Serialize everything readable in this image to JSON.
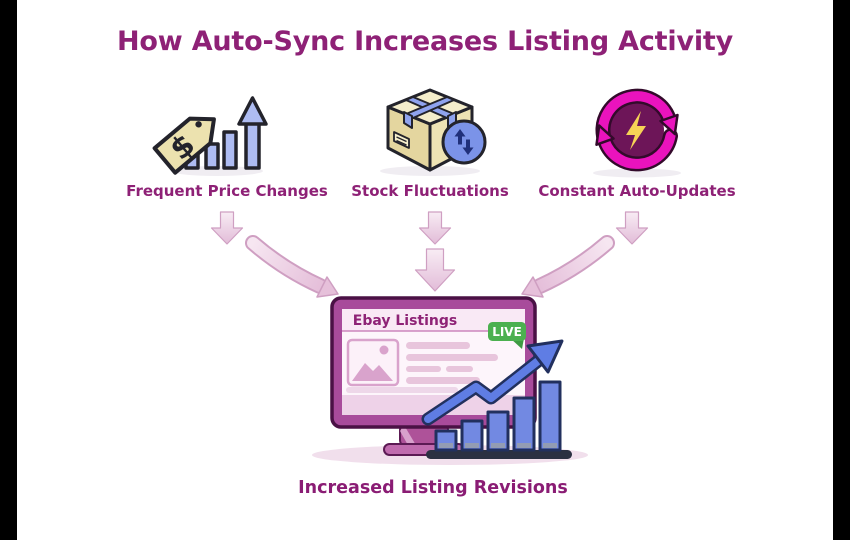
{
  "title": "How Auto-Sync Increases Listing Activity",
  "factors": [
    {
      "label": "Frequent Price Changes",
      "icon": "price-tag-growth-icon"
    },
    {
      "label": "Stock Fluctuations",
      "icon": "package-box-icon"
    },
    {
      "label": "Constant Auto-Updates",
      "icon": "sync-lightning-icon"
    }
  ],
  "monitor": {
    "header_title": "Ebay Listings",
    "live_badge": "LIVE"
  },
  "result_label": "Increased Listing Revisions",
  "colors": {
    "heading_text": "#8e2176",
    "monitor_frame": "#a84b9b",
    "live_badge_green": "#4bb04f",
    "chart_blue": "#7289e2",
    "chart_outline_navy": "#22305e",
    "sync_magenta": "#e913bb",
    "lightning_yellow": "#f6d356",
    "tag_cream": "#ece2af",
    "flow_arrow_pink": "#e6c0da"
  }
}
